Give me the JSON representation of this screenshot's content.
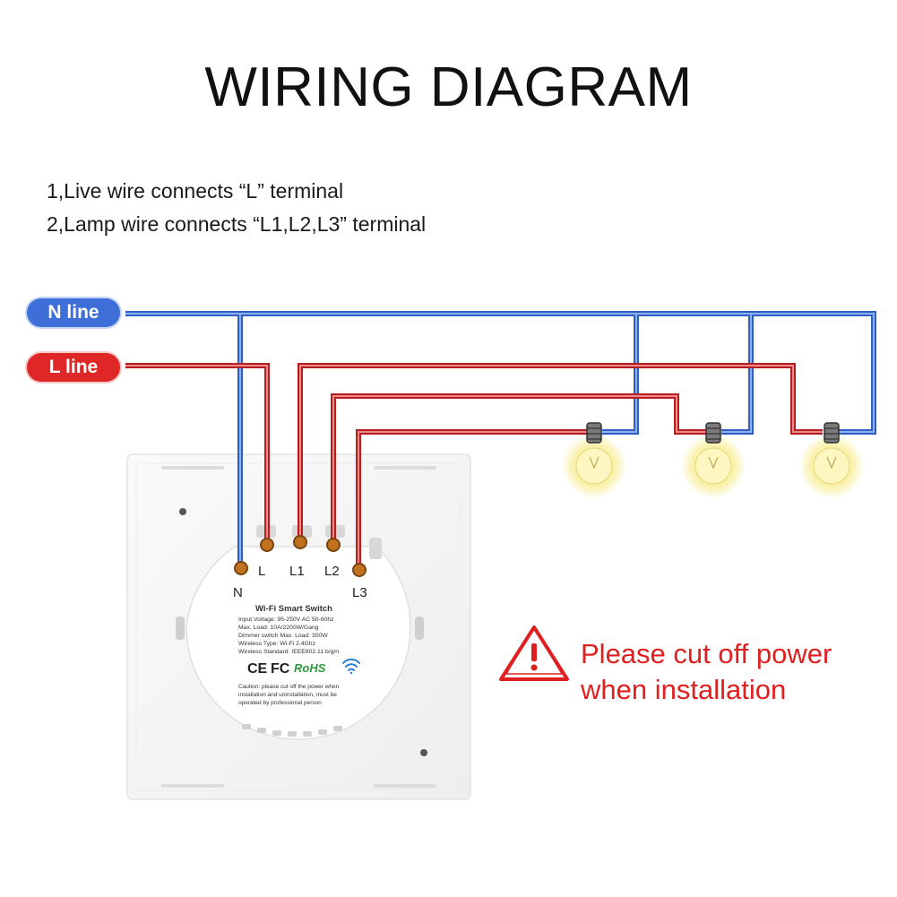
{
  "title": "WIRING DIAGRAM",
  "notes": [
    "1,Live wire connects “L” terminal",
    "2,Lamp wire connects “L1,L2,L3” terminal"
  ],
  "lines": {
    "n_label": "N line",
    "l_label": "L line"
  },
  "terminals": {
    "n": "N",
    "l": "L",
    "l1": "L1",
    "l2": "L2",
    "l3": "L3"
  },
  "module": {
    "title": "Wi-Fi Smart Switch",
    "specs": [
      "Input Voltage: 95-250V AC 50-60hz",
      "Max. Load: 10A/2200W/Gang",
      "Dimmer switch Max. Load: 300W",
      "Wireless Type: Wi-Fi 2.4Ghz",
      "Wireless Standard: IEEE802.11 b/g/n"
    ],
    "marks": {
      "ce": "CE",
      "fc": "FC",
      "rohs": "RoHS"
    },
    "caution": [
      "Caution: please cut off the power when",
      "installation and uninstallation, must be",
      "operated by professional person"
    ]
  },
  "warning": {
    "line1": "Please cut off power",
    "line2": "when installation"
  },
  "colors": {
    "neutral": "#3e6fd8",
    "live": "#e02727",
    "warning": "#e02020",
    "bulb_glow": "#f6ea8a"
  },
  "icons": {
    "warning": "warning-triangle-icon",
    "wifi": "wifi-icon",
    "bulb": "light-bulb-icon"
  }
}
